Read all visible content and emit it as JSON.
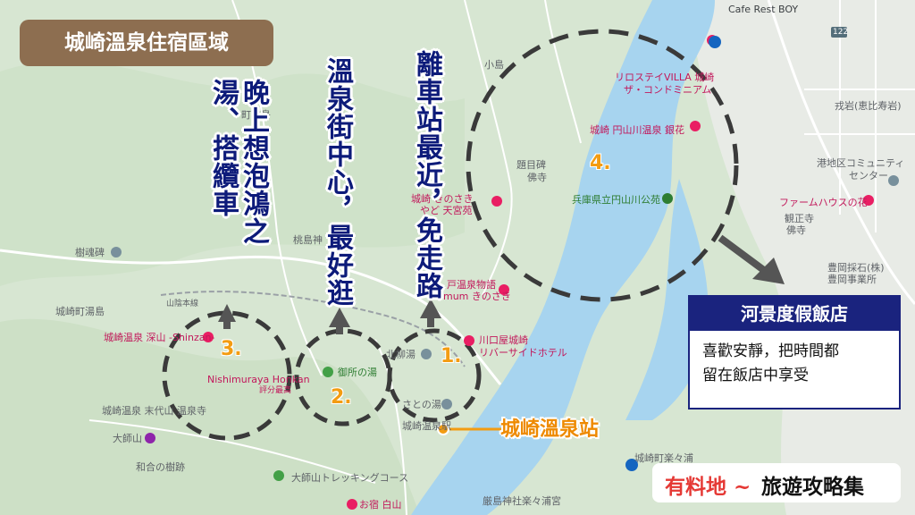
{
  "title": "城崎溫泉住宿區域",
  "zones": [
    {
      "number": "1.",
      "caption": "離車站最近，免走路"
    },
    {
      "number": "2.",
      "caption": "溫泉街中心，最好逛"
    },
    {
      "number": "3.",
      "caption": "晚上想泡鴻之湯、搭纜車"
    },
    {
      "number": "4.",
      "caption": ""
    }
  ],
  "station_callout": "城崎溫泉站",
  "hotel_box": {
    "title": "河景度假飯店",
    "body": "喜歡安靜，把時間都\n留在飯店中享受"
  },
  "brand": {
    "left": "有料地 ~",
    "right": "旅遊攻略集"
  },
  "map_labels": {
    "cafe": "Cafe Rest BOY",
    "road_122": "122",
    "small_island": "小島",
    "villa": "リロステイVILLA 城崎",
    "villa_sub": "ザ・コンドミニアム",
    "ginka": "城崎 円山川温泉 銀花",
    "temple1": "題目碑",
    "temple1_sub": "佛寺",
    "park": "兵庫県立円山川公苑",
    "kisaki": "城崎 きのさき",
    "kisaki_sub": "やど 天宮苑",
    "tenryu": "戎岩(恵比寿岩)",
    "community": "港地区コミュニティ",
    "community_sub": "センター",
    "farmhouse": "ファームハウスの花",
    "kannon": "観正寺",
    "kannon_sub": "佛寺",
    "toyooka": "豊岡採石(株)",
    "toyooka_sub": "豊岡事業所",
    "momo": "町桃島",
    "jujutsu": "樹魂碑",
    "momojima": "桃島神",
    "kinosaki_town": "城崎町湯島",
    "shirakawa": "城崎温泉 深山 -Shinzan-",
    "nishimuraya": "Nishimuraya Honkan",
    "nishimuraya_sub": "評分最高",
    "shrine": "城崎温泉 末代山 温泉寺",
    "daishi": "大師山",
    "wanoka": "和合の樹跡",
    "trail": "大師山トレッキングコース",
    "oyado": "お宿 白山",
    "kawaguchi": "川口屋城崎",
    "kawaguchi_sub": "リバーサイドホテル",
    "gosho": "御所の湯",
    "eki_station": "城崎温泉駅",
    "kitayanagi": "北柳湯",
    "satono": "さとの湯",
    "mannaka": "戸温泉物語",
    "mannaka_sub": "mum きのさき",
    "yama": "山陰本線",
    "ganji": "城崎町楽々浦",
    "mitsuwa": "厳島神社楽々浦宮"
  }
}
